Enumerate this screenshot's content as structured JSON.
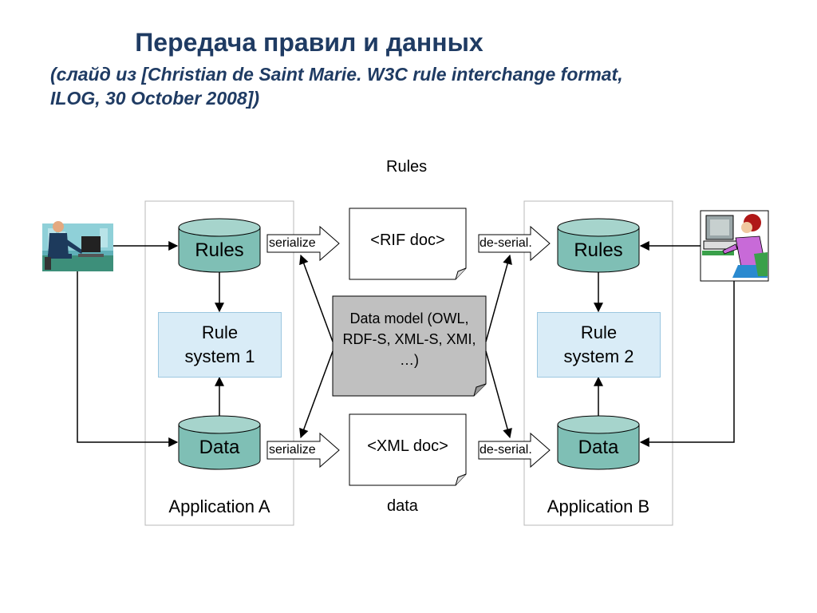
{
  "slide": {
    "title": "Передача правил и данных",
    "subtitle": "(слайд из [Christian de Saint Marie. W3C rule interchange format, ILOG, 30 October 2008])"
  },
  "diagram": {
    "rules_header": "Rules",
    "data_footer": "data",
    "app_a": {
      "label": "Application A",
      "rules_db": "Rules",
      "rule_system": "Rule system 1",
      "data_db": "Data"
    },
    "app_b": {
      "label": "Application B",
      "rules_db": "Rules",
      "rule_system": "Rule system 2",
      "data_db": "Data"
    },
    "serialize_top": "serialize",
    "serialize_bottom": "serialize",
    "deserial_top": "de-serial.",
    "deserial_bottom": "de-serial.",
    "rif_doc": "<RIF doc>",
    "xml_doc": "<XML doc>",
    "data_model": "Data model (OWL, RDF-S, XML-S, XMI, …)",
    "colors": {
      "cylinder": "#7fbfb5",
      "rule_system_fill": "#d9ecf7",
      "data_model_fill": "#c0c0c0",
      "title": "#1f3b63"
    },
    "icons": [
      "user-left-icon",
      "user-right-icon"
    ]
  }
}
